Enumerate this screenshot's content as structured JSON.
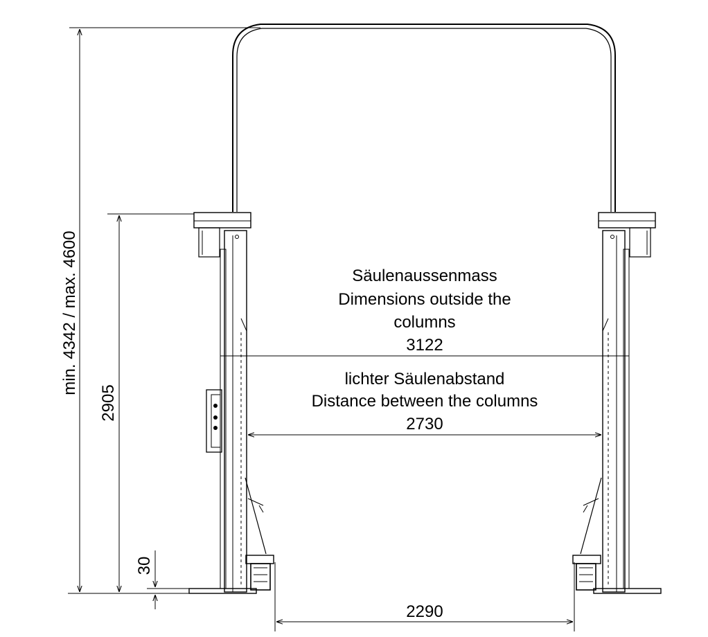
{
  "outside_dimension": {
    "label_de": "Säulenaussenmass",
    "label_en_line1": "Dimensions outside the",
    "label_en_line2": "columns",
    "value": "3122"
  },
  "inner_distance": {
    "label_de": "lichter Säulenabstand",
    "label_en": "Distance between the columns",
    "value": "2730"
  },
  "arm_distance": {
    "value": "2290"
  },
  "total_height": {
    "label": "min. 4342 / max. 4600"
  },
  "column_height": {
    "value": "2905"
  },
  "base_height": {
    "value": "30"
  },
  "colors": {
    "line": "#000000",
    "background": "#ffffff"
  }
}
